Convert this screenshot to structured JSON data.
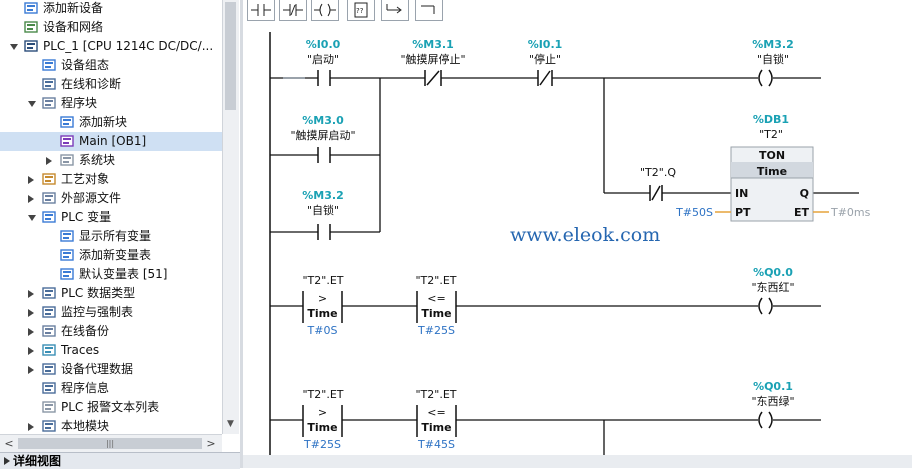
{
  "tree": {
    "items": [
      {
        "label": "添加新设备",
        "level": 0,
        "icon": "add-device-icon",
        "expander": "none"
      },
      {
        "label": "设备和网络",
        "level": 0,
        "icon": "devices-networks-icon",
        "expander": "none"
      },
      {
        "label": "PLC_1 [CPU 1214C DC/DC/...",
        "level": 0,
        "icon": "plc-cpu-icon",
        "expander": "expanded"
      },
      {
        "label": "设备组态",
        "level": 1,
        "icon": "device-config-icon",
        "expander": "none"
      },
      {
        "label": "在线和诊断",
        "level": 1,
        "icon": "online-diagnostics-icon",
        "expander": "none"
      },
      {
        "label": "程序块",
        "level": 1,
        "icon": "program-blocks-folder-icon",
        "expander": "expanded"
      },
      {
        "label": "添加新块",
        "level": 2,
        "icon": "add-block-icon",
        "expander": "none"
      },
      {
        "label": "Main [OB1]",
        "level": 2,
        "icon": "ob-block-icon",
        "expander": "none",
        "selected": true
      },
      {
        "label": "系统块",
        "level": 2,
        "icon": "system-blocks-icon",
        "expander": "collapsed"
      },
      {
        "label": "工艺对象",
        "level": 1,
        "icon": "technology-objects-icon",
        "expander": "collapsed"
      },
      {
        "label": "外部源文件",
        "level": 1,
        "icon": "external-sources-icon",
        "expander": "collapsed"
      },
      {
        "label": "PLC 变量",
        "level": 1,
        "icon": "plc-tags-folder-icon",
        "expander": "expanded"
      },
      {
        "label": "显示所有变量",
        "level": 2,
        "icon": "show-all-tags-icon",
        "expander": "none"
      },
      {
        "label": "添加新变量表",
        "level": 2,
        "icon": "add-tag-table-icon",
        "expander": "none"
      },
      {
        "label": "默认变量表 [51]",
        "level": 2,
        "icon": "default-tag-table-icon",
        "expander": "none"
      },
      {
        "label": "PLC 数据类型",
        "level": 1,
        "icon": "plc-data-types-icon",
        "expander": "collapsed"
      },
      {
        "label": "监控与强制表",
        "level": 1,
        "icon": "watch-force-tables-icon",
        "expander": "collapsed"
      },
      {
        "label": "在线备份",
        "level": 1,
        "icon": "online-backups-icon",
        "expander": "collapsed"
      },
      {
        "label": "Traces",
        "level": 1,
        "icon": "traces-icon",
        "expander": "collapsed"
      },
      {
        "label": "设备代理数据",
        "level": 1,
        "icon": "device-proxy-data-icon",
        "expander": "collapsed"
      },
      {
        "label": "程序信息",
        "level": 1,
        "icon": "program-info-icon",
        "expander": "none"
      },
      {
        "label": "PLC 报警文本列表",
        "level": 1,
        "icon": "alarm-text-list-icon",
        "expander": "none"
      },
      {
        "label": "本地模块",
        "level": 1,
        "icon": "local-modules-icon",
        "expander": "collapsed"
      }
    ],
    "scroll_left": "<",
    "scroll_right": ">",
    "scroll_down": "▼",
    "detail_view_label": "详细视图"
  },
  "toolbar": {
    "buttons": [
      {
        "name": "no-contact-icon"
      },
      {
        "name": "nc-contact-icon"
      },
      {
        "name": "coil-icon"
      },
      {
        "name": "empty-box-icon"
      },
      {
        "name": "open-branch-icon"
      },
      {
        "name": "close-branch-icon"
      }
    ]
  },
  "ladder": {
    "network1": {
      "contact_start": {
        "address": "%I0.0",
        "name": "\"启动\""
      },
      "contact_hmi_stop": {
        "address": "%M3.1",
        "name": "\"触摸屏停止\""
      },
      "contact_stop": {
        "address": "%I0.1",
        "name": "\"停止\""
      },
      "coil_selflock": {
        "address": "%M3.2",
        "name": "\"自锁\""
      },
      "contact_hmi_start": {
        "address": "%M3.0",
        "name": "\"触摸屏启动\""
      },
      "contact_selflock": {
        "address": "%M3.2",
        "name": "\"自锁\""
      },
      "contact_t2q": {
        "name": "\"T2\".Q"
      },
      "timer": {
        "db": "%DB1",
        "instance": "\"T2\"",
        "type": "TON",
        "subtype": "Time",
        "pin_in": "IN",
        "pin_pt": "PT",
        "pin_q": "Q",
        "pin_et": "ET",
        "pt_value": "T#50S",
        "et_value": "T#0ms"
      }
    },
    "network2": {
      "compare1": {
        "operand": "\"T2\".ET",
        "op": ">",
        "type": "Time",
        "value": "T#0S"
      },
      "compare2": {
        "operand": "\"T2\".ET",
        "op": "<=",
        "type": "Time",
        "value": "T#25S"
      },
      "coil": {
        "address": "%Q0.0",
        "name": "\"东西红\""
      }
    },
    "network3": {
      "compare1": {
        "operand": "\"T2\".ET",
        "op": ">",
        "type": "Time",
        "value": "T#25S"
      },
      "compare2": {
        "operand": "\"T2\".ET",
        "op": "<=",
        "type": "Time",
        "value": "T#45S"
      },
      "coil": {
        "address": "%Q0.1",
        "name": "\"东西绿\""
      }
    }
  },
  "watermark": "www.eleok.com"
}
